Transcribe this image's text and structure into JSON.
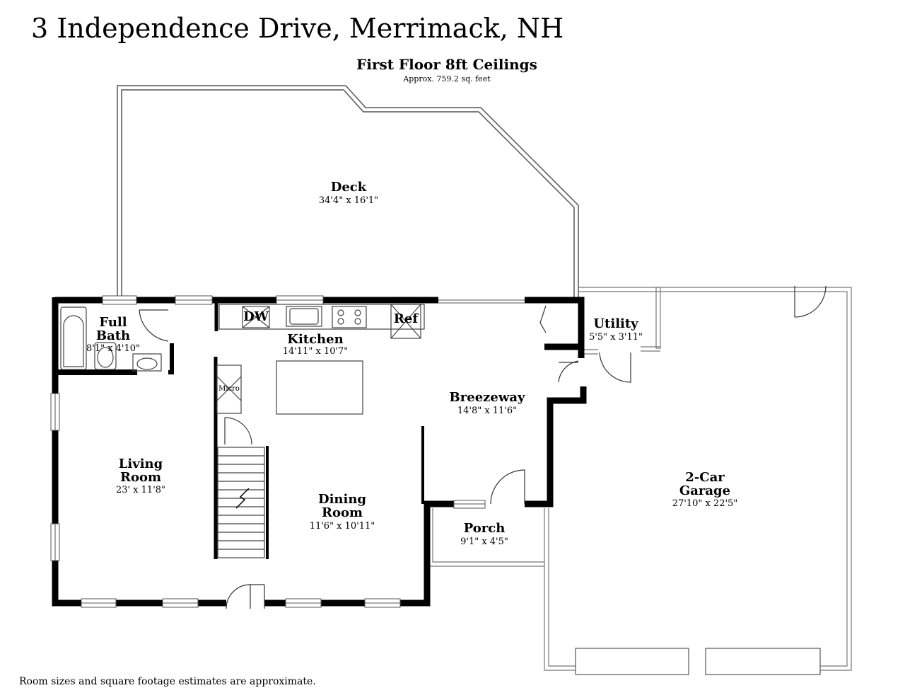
{
  "header": {
    "address": "3 Independence Drive, Merrimack, NH",
    "floor_title": "First Floor 8ft Ceilings",
    "floor_area": "Approx. 759.2 sq. feet"
  },
  "footer": {
    "note": "Room sizes and square footage estimates are approximate."
  },
  "rooms": {
    "deck": {
      "name": "Deck",
      "dims": "34'4\" x 16'1\""
    },
    "full_bath": {
      "name_line1": "Full",
      "name_line2": "Bath",
      "dims": "8'1\" x 4'10\""
    },
    "kitchen": {
      "name": "Kitchen",
      "dims": "14'11\" x 10'7\""
    },
    "utility": {
      "name": "Utility",
      "dims": "5'5\" x 3'11\""
    },
    "breezeway": {
      "name": "Breezeway",
      "dims": "14'8\" x 11'6\""
    },
    "living_room": {
      "name_line1": "Living",
      "name_line2": "Room",
      "dims": "23' x 11'8\""
    },
    "dining_room": {
      "name_line1": "Dining",
      "name_line2": "Room",
      "dims": "11'6\" x 10'11\""
    },
    "porch": {
      "name": "Porch",
      "dims": "9'1\" x 4'5\""
    },
    "garage": {
      "name_line1": "2-Car",
      "name_line2": "Garage",
      "dims": "27'10\" x 22'5\""
    }
  },
  "fixtures": {
    "dishwasher": "DW",
    "refrigerator": "Ref",
    "microwave": "Micro"
  }
}
